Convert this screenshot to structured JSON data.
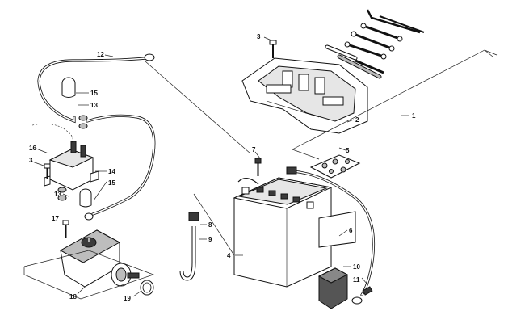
{
  "callouts": {
    "c1": "1",
    "c2": "2",
    "c3a": "3",
    "c3b": "3",
    "c4": "4",
    "c5": "5",
    "c6": "6",
    "c7": "7",
    "c8": "8",
    "c9": "9",
    "c10": "10",
    "c11": "11",
    "c12": "12",
    "c13a": "13",
    "c13b": "13",
    "c14": "14",
    "c15a": "15",
    "c15b": "15",
    "c16": "16",
    "c17": "17",
    "c18": "18",
    "c19": "19"
  },
  "colors": {
    "line": "#111111",
    "fill_dark": "#3a3a3a",
    "fill_mid": "#bdbdbd",
    "background": "#ffffff"
  }
}
